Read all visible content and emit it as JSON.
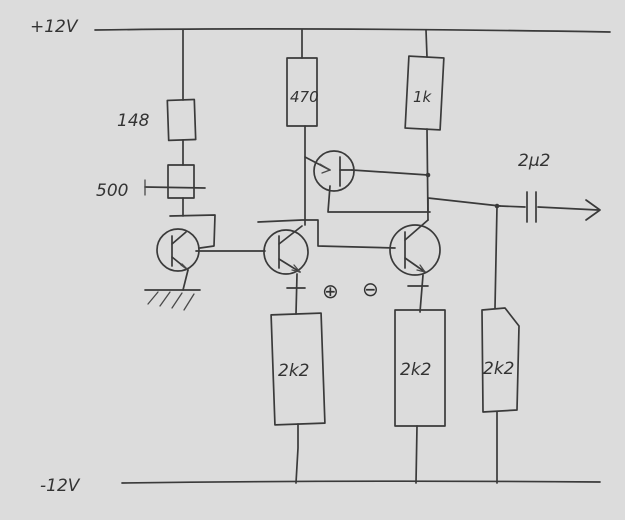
{
  "schematic": {
    "rails": {
      "positive": "+12V",
      "negative": "-12V"
    },
    "resistors": {
      "r_bias_top": "148",
      "r_left_collector": "470",
      "r_right_collector": "1k",
      "r_left_emitter": "2k2",
      "r_right_emitter": "2k2",
      "r_output": "2k2"
    },
    "potentiometer": "500",
    "capacitor": "2µ2",
    "inputs": {
      "plus": "⊕",
      "minus": "⊖"
    },
    "colors": {
      "paper": "#dcdcdc",
      "ink": "#3a3a3a"
    }
  }
}
